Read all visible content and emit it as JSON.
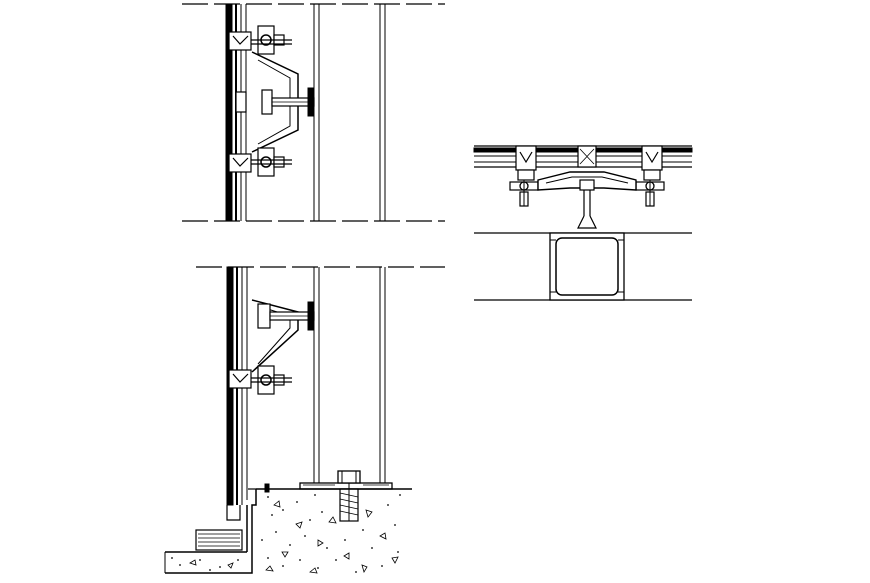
{
  "drawing": {
    "background_color": "#ffffff",
    "line_color": "#000000",
    "views": [
      {
        "name": "vertical-section-upper",
        "description_visible": false
      },
      {
        "name": "vertical-section-lower-with-base",
        "description_visible": false
      },
      {
        "name": "horizontal-section-plan",
        "description_visible": false
      }
    ],
    "text_labels": []
  }
}
